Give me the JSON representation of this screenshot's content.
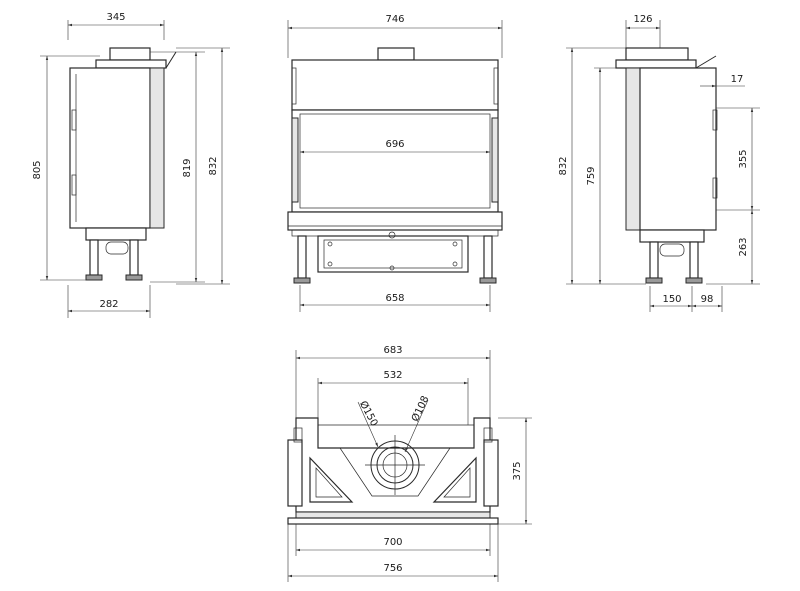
{
  "side_left": {
    "width_top": "345",
    "depth_bottom": "282",
    "height_a": "805",
    "height_b": "819",
    "height_c": "832"
  },
  "front": {
    "width_top": "746",
    "glass_width": "696",
    "base_width": "658"
  },
  "side_right": {
    "flue_width": "126",
    "offset_17": "17",
    "height_a": "832",
    "height_b": "759",
    "upper": "355",
    "lower": "263",
    "base_a": "150",
    "base_b": "98"
  },
  "plan": {
    "width_top": "683",
    "inner_width": "532",
    "dia_150": "Ø150",
    "dia_108": "Ø108",
    "depth": "375",
    "width_700": "700",
    "width_756": "756"
  }
}
